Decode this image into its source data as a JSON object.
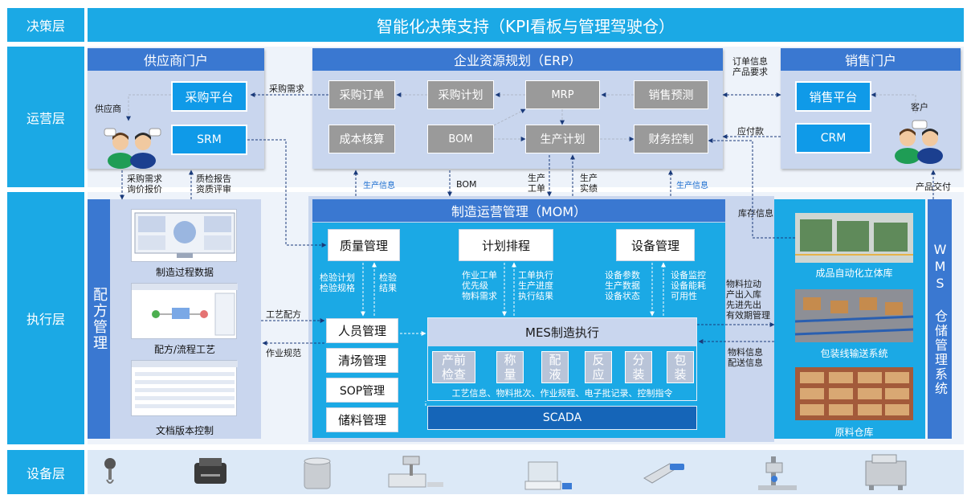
{
  "layers": {
    "decision": "决策层",
    "operation": "运营层",
    "execution": "执行层",
    "device": "设备层"
  },
  "decision_banner": "智能化决策支持（KPI看板与管理驾驶仓）",
  "supplier_portal": {
    "title": "供应商门户",
    "purchase_platform": "采购平台",
    "srm": "SRM",
    "role_label": "供应商"
  },
  "erp": {
    "title": "企业资源规划（ERP）",
    "purchase_order": "采购订单",
    "purchase_plan": "采购计划",
    "mrp": "MRP",
    "sales_forecast": "销售预测",
    "cost_accounting": "成本核算",
    "bom": "BOM",
    "production_plan": "生产计划",
    "finance_control": "财务控制"
  },
  "sales_portal": {
    "title": "销售门户",
    "sales_platform": "销售平台",
    "crm": "CRM",
    "role_label": "客户"
  },
  "flow_labels": {
    "purchase_demand": "采购需求",
    "order_info": "订单信息\n产品要求",
    "payable": "应付款",
    "purchase_inquiry": "采购需求\n询价报价",
    "quality_report": "质检报告\n资质评审",
    "production_info_left": "生产信息",
    "bom_flow": "BOM",
    "production_order": "生产\n工单",
    "production_actual": "生产\n实绩",
    "production_info_right": "生产信息",
    "product_delivery": "产品交付",
    "inventory_info": "库存信息",
    "process_recipe": "工艺配方",
    "work_spec": "作业规范",
    "material_pull": "物料拉动\n产出入库\n先进先出\n有效期管理",
    "material_info": "物料信息\n配送信息"
  },
  "recipe": {
    "title": "配方管理",
    "cap1": "制造过程数据",
    "cap2": "配方/流程工艺",
    "cap3": "文档版本控制"
  },
  "mom": {
    "title": "制造运营管理（MOM）",
    "quality": "质量管理",
    "planning": "计划排程",
    "equipment": "设备管理",
    "quality_notes_l": "检验计划\n检验规格",
    "quality_notes_r": "检验\n结果",
    "plan_notes_l": "作业工单\n优先级\n物料需求",
    "plan_notes_r": "工单执行\n生产进度\n执行结果",
    "equip_notes_l": "设备参数\n生产数据\n设备状态",
    "equip_notes_r": "设备监控\n设备能耗\n可用性",
    "personnel": "人员管理",
    "clearance": "清场管理",
    "sop": "SOP管理",
    "storage": "储料管理",
    "mes_title": "MES制造执行",
    "mes_modules": [
      "产前\n检查",
      "称\n量",
      "配\n液",
      "反\n应",
      "分\n装",
      "包\n装"
    ],
    "mes_footer": "工艺信息、物料批次、作业规程、电子批记录、控制指令",
    "scada": "SCADA"
  },
  "wms": {
    "title": "WMS 仓储管理系统",
    "cap1": "成品自动化立体库",
    "cap2": "包装线输送系统",
    "cap3": "原料仓库"
  },
  "colors": {
    "primary_blue": "#1ba9e5",
    "panel_title_blue": "#3a78d1",
    "box_blue": "#0f9ae8",
    "box_gray": "#9a9a9a",
    "panel_bg": "#c9d6ee",
    "flow_text_blue": "#1e6fd0"
  },
  "devices": [
    "scale-icon",
    "label-printer-icon",
    "tank-icon",
    "weighing-station-icon",
    "balance-icon",
    "scanner-icon",
    "dispenser-icon",
    "packaging-machine-icon"
  ]
}
